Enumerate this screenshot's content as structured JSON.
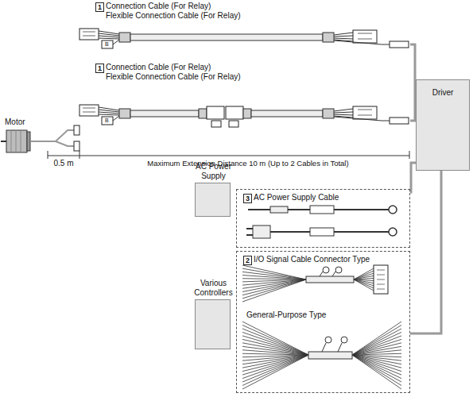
{
  "diagram": {
    "nodes": [
      {
        "text": [
          "Driver"
        ]
      },
      {
        "text": [
          "AC Power Supply"
        ]
      },
      {
        "text": [
          "3",
          "AC Power Supply Cable"
        ]
      },
      {
        "text": [
          "Various Controllers"
        ]
      },
      {
        "text": [
          "2",
          "I/O Signal Cable Connector Type",
          "General-Purpose Type"
        ]
      }
    ],
    "edges": [
      {
        "from": 2,
        "to": 0,
        "arrow": "none"
      },
      {
        "from": 4,
        "to": 0,
        "arrow": "none"
      }
    ],
    "labels": [
      "1",
      "Connection Cable (For Relay)",
      "Flexible Connection Cable (For Relay)",
      "1",
      "Connection Cable (For Relay)",
      "Flexible Connection Cable (For Relay)",
      "Motor",
      "0.5 m",
      "Maximum Extension Distance 10 m (Up to 2 Cables in Total)",
      "B",
      "B"
    ]
  }
}
